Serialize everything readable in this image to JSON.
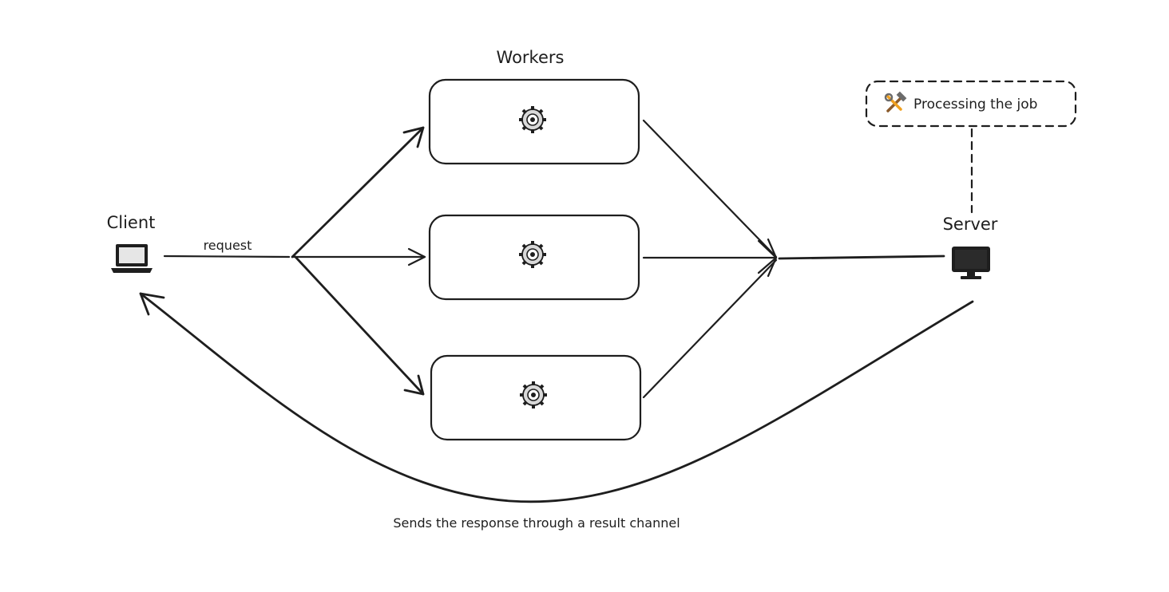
{
  "diagram": {
    "client": {
      "label": "Client",
      "icon": "laptop-icon"
    },
    "server": {
      "label": "Server",
      "icon": "desktop-monitor-icon"
    },
    "workers": {
      "title": "Workers",
      "items": [
        {
          "icon": "gear-icon"
        },
        {
          "icon": "gear-icon"
        },
        {
          "icon": "gear-icon"
        }
      ]
    },
    "edges": {
      "request_label": "request",
      "response_label": "Sends the response through a result channel"
    },
    "note": {
      "icon": "hammer-wrench-icon",
      "text": "Processing the job"
    },
    "colors": {
      "stroke": "#1e1e1e",
      "background": "#ffffff",
      "gear_fill": "#d9d9d9"
    }
  }
}
